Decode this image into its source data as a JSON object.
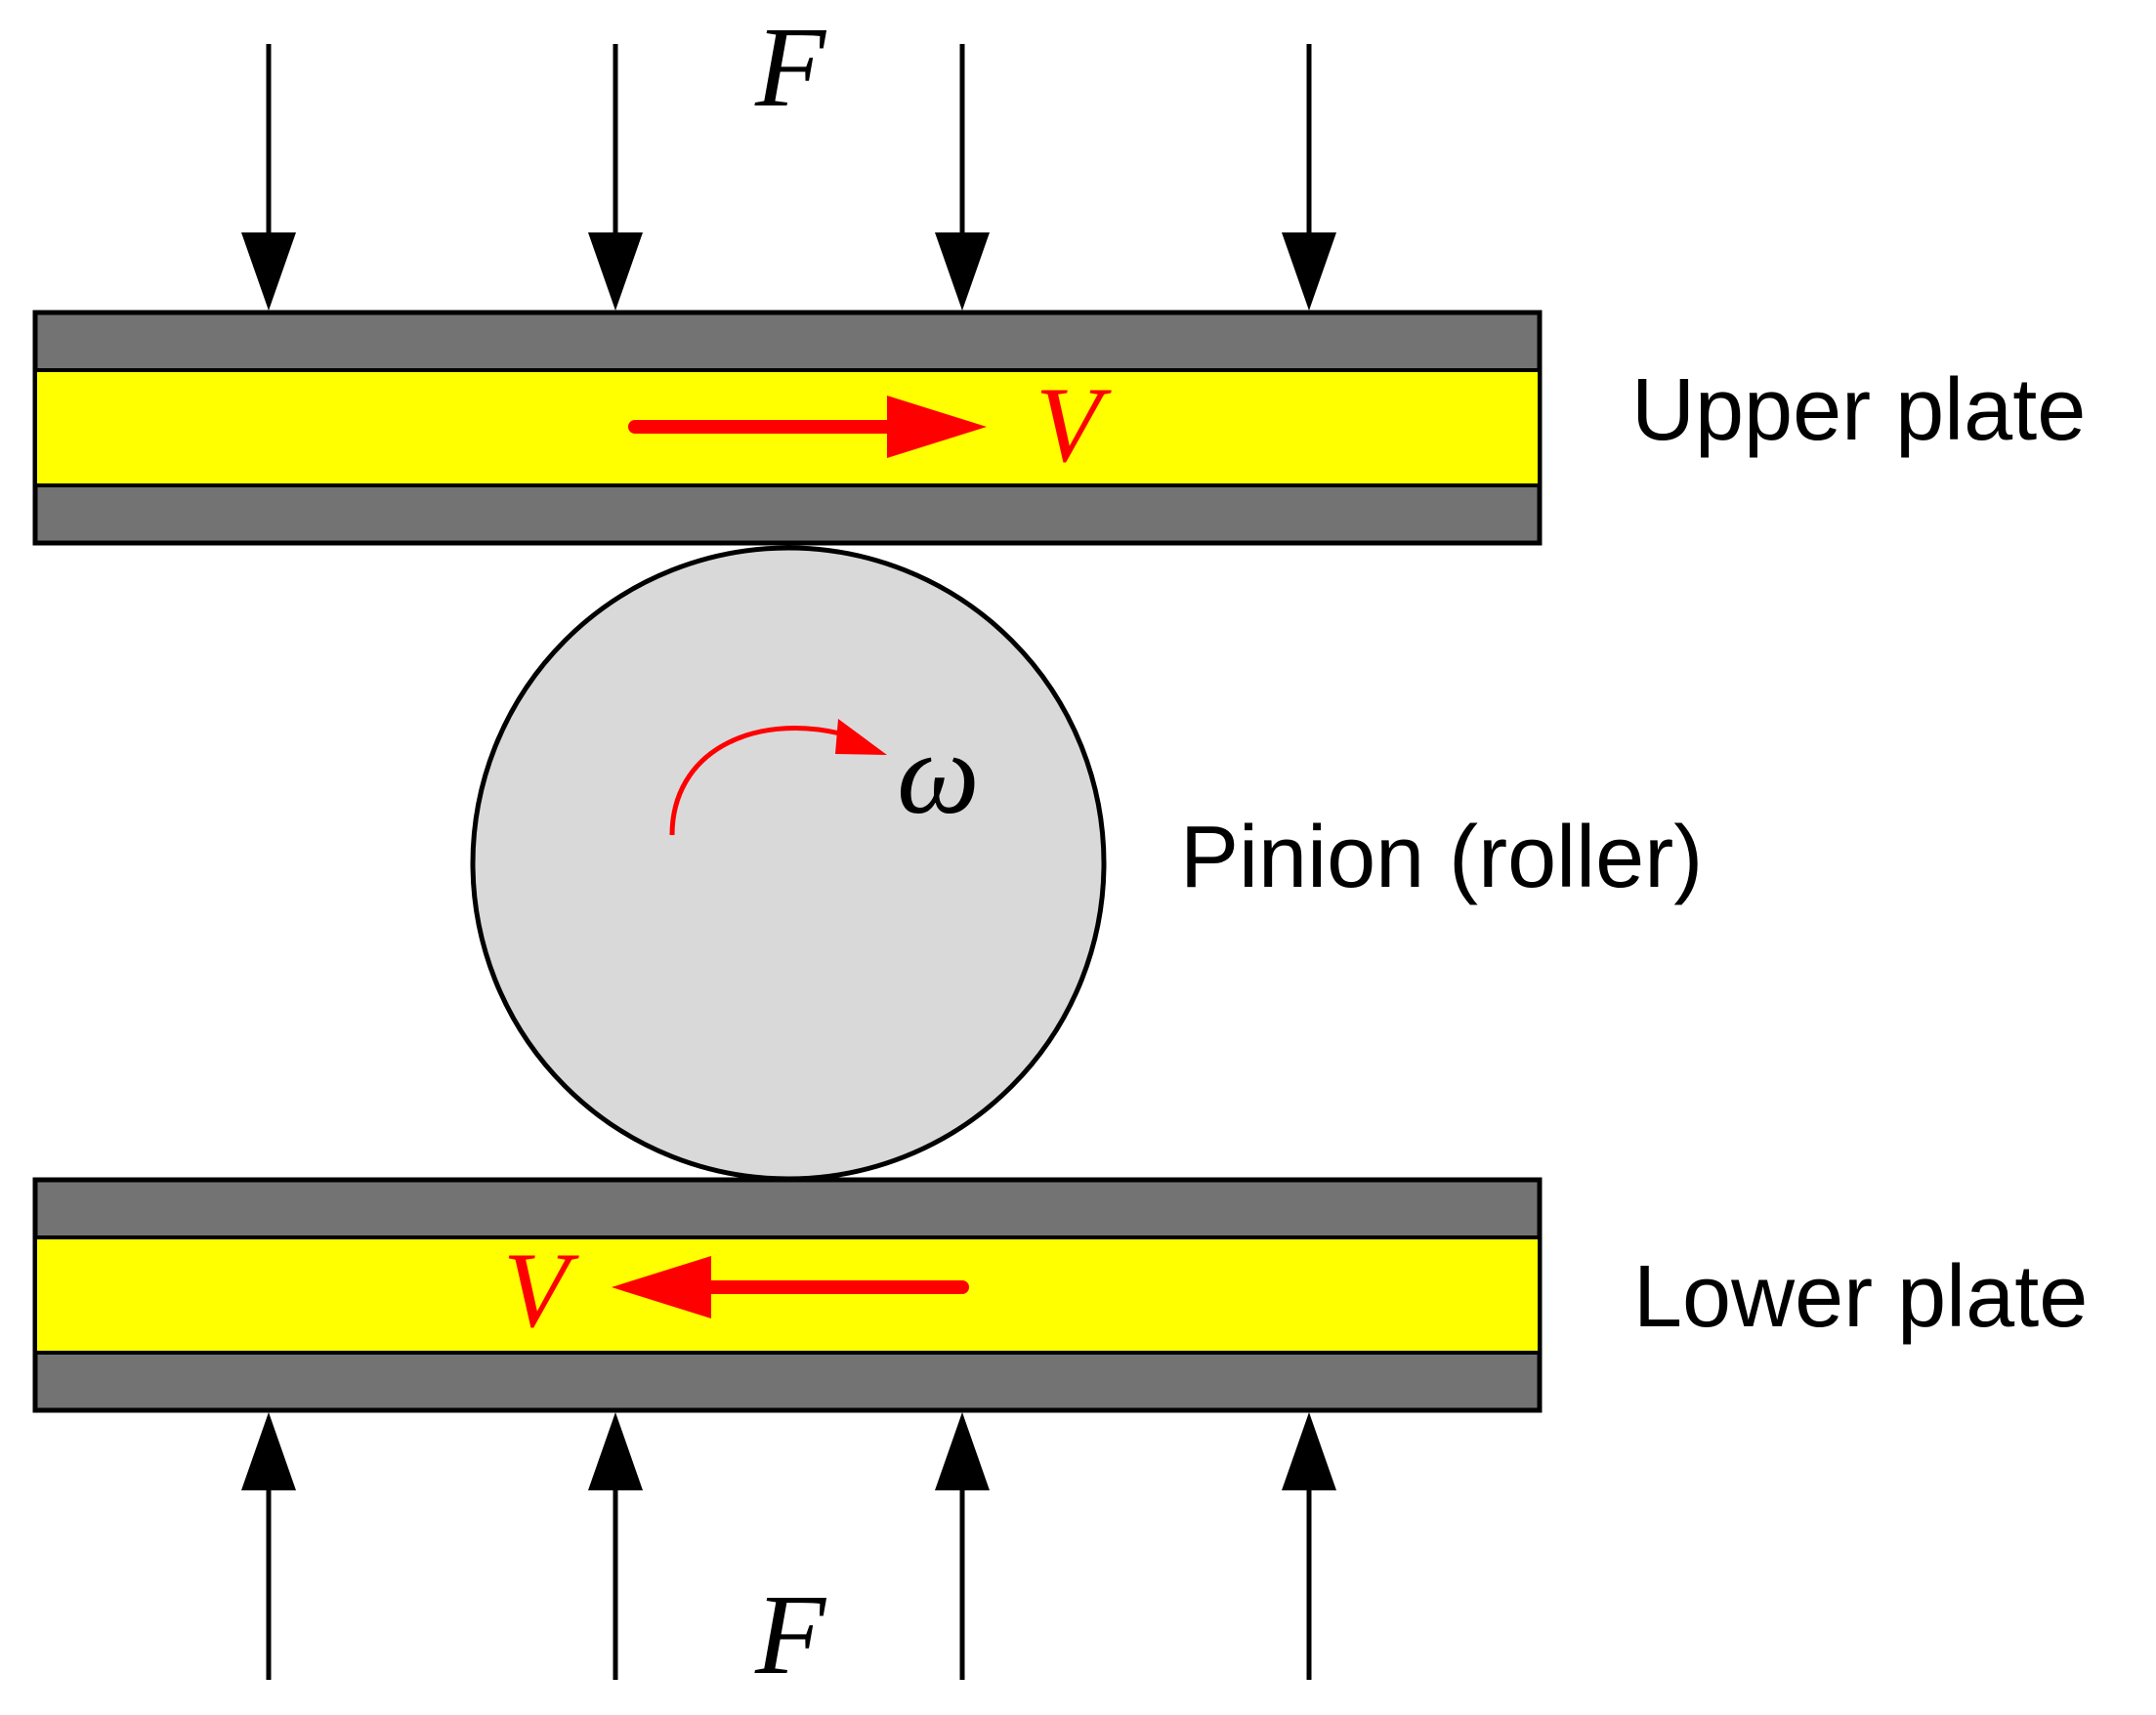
{
  "labels": {
    "force_top": "F",
    "force_bottom": "F",
    "velocity_upper": "V",
    "velocity_lower": "V",
    "angular_velocity": "ω",
    "upper_plate": "Upper plate",
    "pinion": "Pinion (roller)",
    "lower_plate": "Lower plate"
  },
  "colors": {
    "plate_outer": "#737373",
    "plate_inner": "#ffff00",
    "pinion_fill": "#d9d9d9",
    "outline": "#000000",
    "motion_arrow": "#ff0000",
    "force_arrow": "#000000"
  },
  "icons": {
    "force_arrow": "down-arrow / up-arrow",
    "velocity_arrow": "right-arrow / left-arrow",
    "rotation_arrow": "clockwise-arc-arrow"
  }
}
